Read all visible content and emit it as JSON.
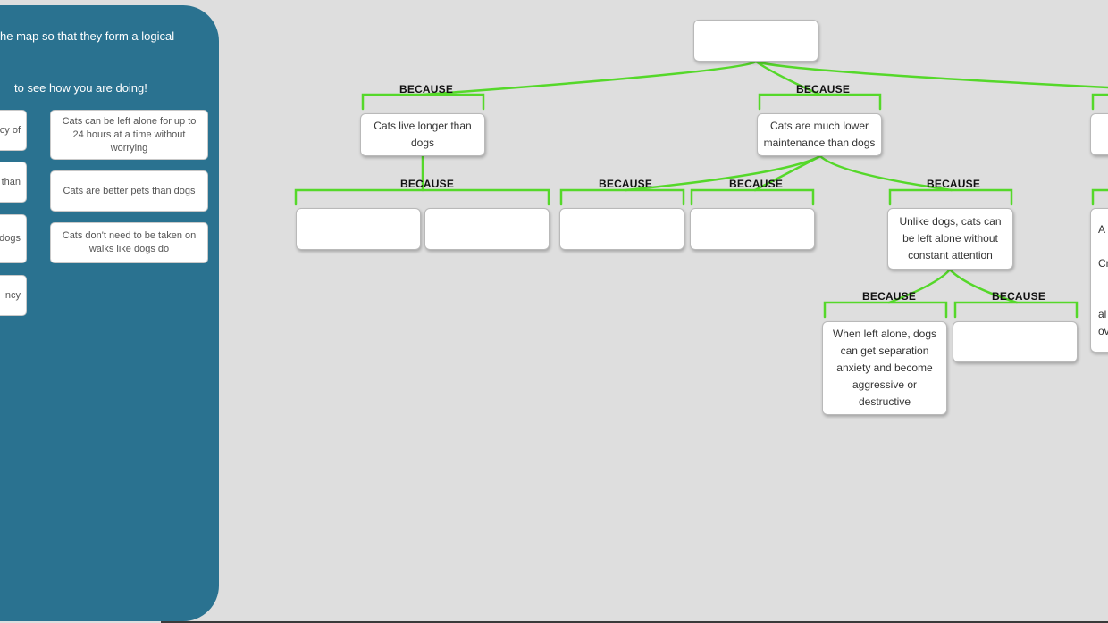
{
  "panel": {
    "instruction_line1": "he map so that they form a logical",
    "instruction_line2": "to see how you are doing!",
    "cards_left": [
      "cy of",
      "than",
      "dogs",
      "ncy"
    ],
    "cards_right": [
      "Cats can be left alone for up to 24 hours at a time without worrying",
      "Cats are better pets than dogs",
      "Cats don't need to be taken on walks like dogs do"
    ]
  },
  "map": {
    "connector_label": "BECAUSE",
    "connector_color": "#55d82a",
    "nodes": {
      "live_longer": "Cats live longer than dogs",
      "lower_maintenance": "Cats are much lower maintenance than dogs",
      "left_alone": "Unlike dogs, cats  can be left alone without constant attention",
      "separation_anxiety": "When left alone, dogs can get separation anxiety and become aggressive or destructive"
    },
    "cut_node_lines": [
      "A",
      "",
      "Cr",
      "",
      "",
      "al",
      "ov"
    ]
  }
}
